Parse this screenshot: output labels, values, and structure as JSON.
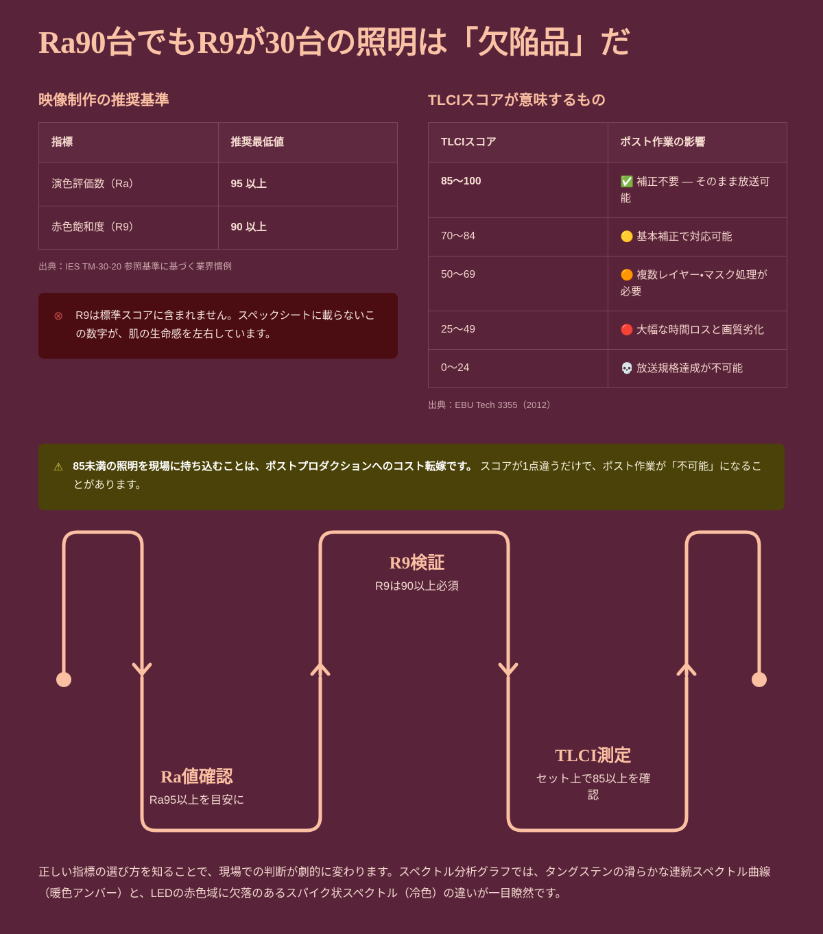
{
  "page": {
    "title": "Ra90台でもR9が30台の照明は「欠陥品」だ",
    "background_color": "#59243a",
    "accent_color": "#fbbfa1"
  },
  "left_column": {
    "heading": "映像制作の推奨基準",
    "table": {
      "columns": [
        "指標",
        "推奨最低値"
      ],
      "rows": [
        {
          "metric": "演色評価数（Ra）",
          "minimum": "95 以上"
        },
        {
          "metric": "赤色飽和度（R9）",
          "minimum": "90 以上"
        }
      ]
    },
    "source": "出典：IES TM-30-20 参照基準に基づく業界慣例",
    "callout": {
      "icon": "circled-x-icon",
      "icon_glyph": "⊗",
      "text": "R9は標準スコアに含まれません。スペックシートに載らないこの数字が、肌の生命感を左右しています。",
      "background_color": "#4b0d11"
    }
  },
  "right_column": {
    "heading": "TLCIスコアが意味するもの",
    "table": {
      "columns": [
        "TLCIスコア",
        "ポスト作業の影響"
      ],
      "rows": [
        {
          "score": "85〜100",
          "badge": "✅",
          "badge_name": "check-mark-icon",
          "impact": "補正不要 — そのまま放送可能",
          "bold": true
        },
        {
          "score": "70〜84",
          "badge": "🟡",
          "badge_name": "yellow-circle-icon",
          "impact": "基本補正で対応可能",
          "bold": false
        },
        {
          "score": "50〜69",
          "badge": "🟠",
          "badge_name": "orange-circle-icon",
          "impact": "複数レイヤー・マスク処理が必要",
          "bold": false
        },
        {
          "score": "25〜49",
          "badge": "🔴",
          "badge_name": "red-circle-icon",
          "impact": "大幅な時間ロスと画質劣化",
          "bold": false
        },
        {
          "score": "0〜24",
          "badge": "💀",
          "badge_name": "skull-icon",
          "impact": "放送規格達成が不可能",
          "bold": false
        }
      ]
    },
    "source": "出典：EBU Tech 3355（2012）"
  },
  "banner": {
    "icon": "warning-triangle-icon",
    "icon_glyph": "⚠",
    "bold_text": "85未満の照明を現場に持ち込むことは、ポストプロダクションへのコスト転嫁です。",
    "rest_text": " スコアが1点違うだけで、ポスト作業が「不可能」になることがあります。",
    "background_color": "#4a4208"
  },
  "flow": {
    "line_color": "#fbbfa1",
    "steps": [
      {
        "title": "Ra値確認",
        "subtitle": "Ra95以上を目安に"
      },
      {
        "title": "R9検証",
        "subtitle": "R9は90以上必須"
      },
      {
        "title": "TLCI測定",
        "subtitle": "セット上で85以上を確認"
      }
    ]
  },
  "footer": {
    "text": "正しい指標の選び方を知ることで、現場での判断が劇的に変わります。スペクトル分析グラフでは、タングステンの滑らかな連続スペクトル曲線（暖色アンバー）と、LEDの赤色域に欠落のあるスパイク状スペクトル（冷色）の違いが一目瞭然です。"
  }
}
